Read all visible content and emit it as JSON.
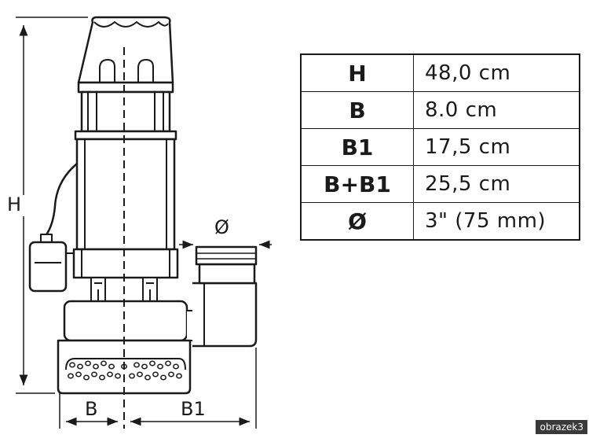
{
  "diagram": {
    "labels": {
      "height": "H",
      "width_b": "B",
      "width_b1": "B1",
      "outlet": "Ø"
    }
  },
  "spec_table": {
    "rows": [
      {
        "symbol": "H",
        "value": "48,0 cm"
      },
      {
        "symbol": "B",
        "value": "8.0 cm"
      },
      {
        "symbol": "B1",
        "value": "17,5 cm"
      },
      {
        "symbol": "B+B1",
        "value": "25,5 cm"
      },
      {
        "symbol": "Ø",
        "value": "3\" (75 mm)"
      }
    ]
  },
  "watermark": "obrazek3",
  "colors": {
    "line": "#1a1a1a",
    "background": "#ffffff"
  }
}
